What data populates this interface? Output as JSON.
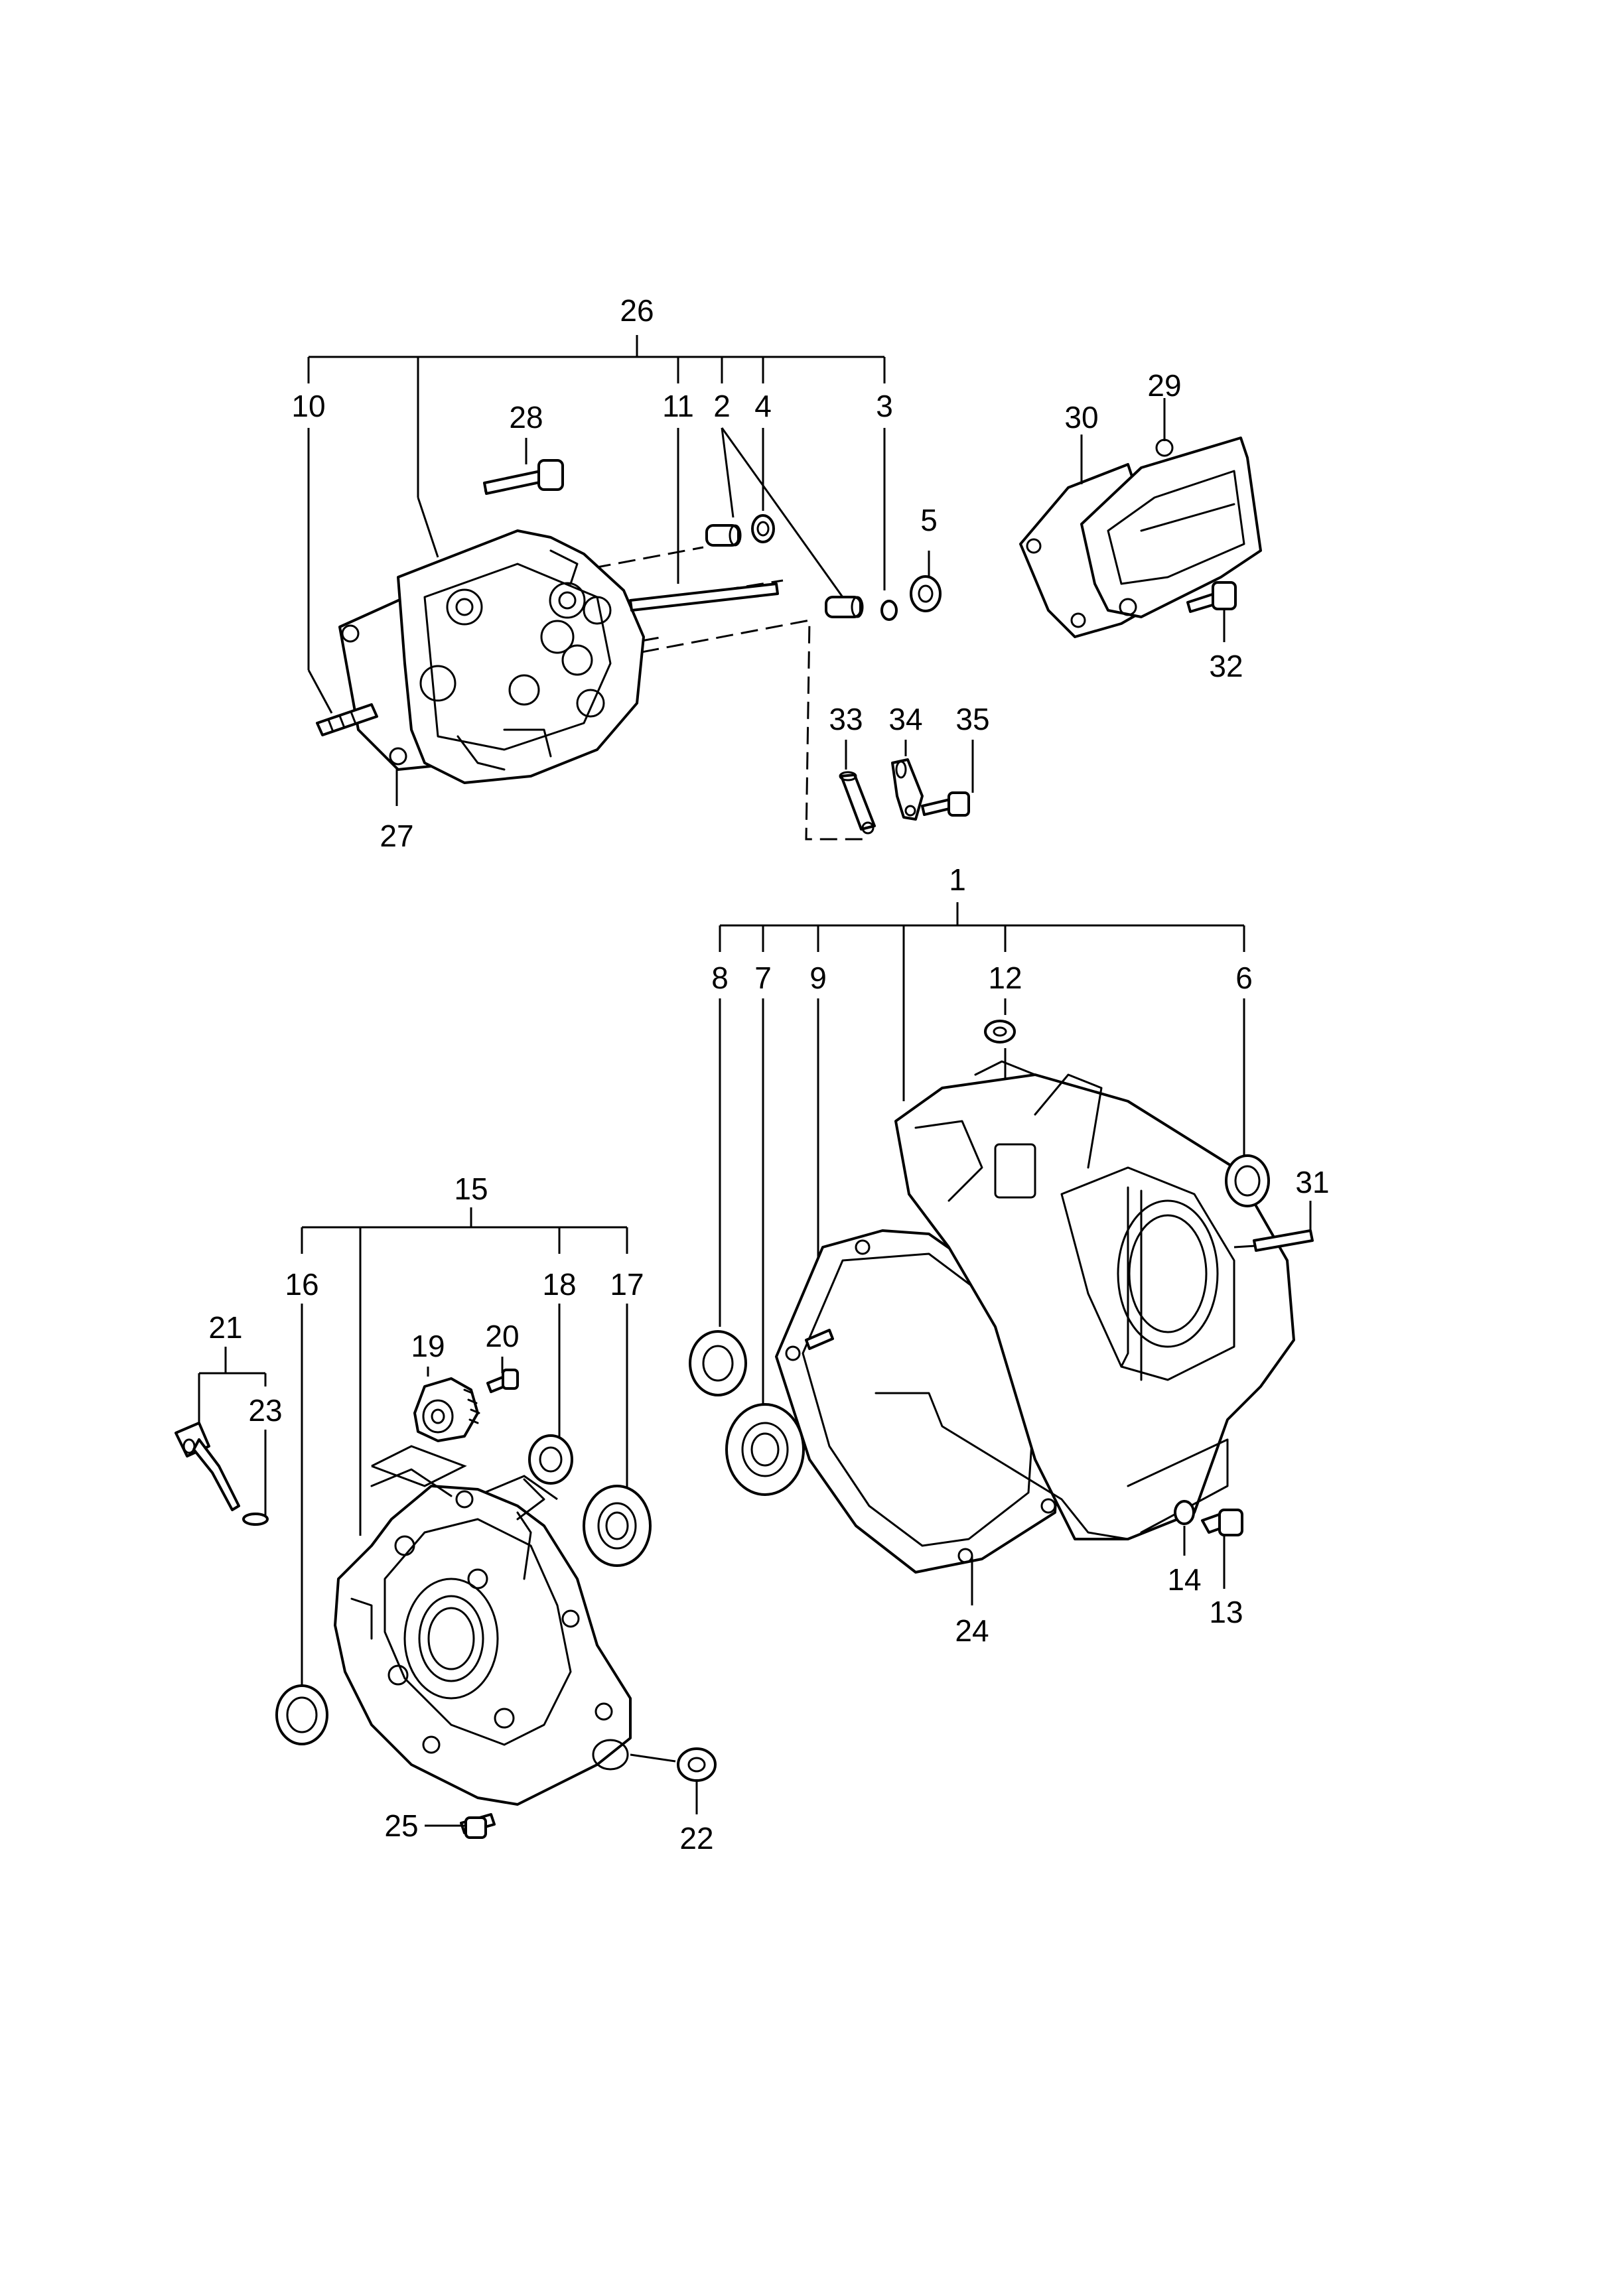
{
  "callouts": {
    "c1": "1",
    "c2": "2",
    "c3": "3",
    "c4": "4",
    "c5": "5",
    "c6": "6",
    "c7": "7",
    "c8": "8",
    "c9": "9",
    "c10": "10",
    "c11": "11",
    "c12": "12",
    "c13": "13",
    "c14": "14",
    "c15": "15",
    "c16": "16",
    "c17": "17",
    "c18": "18",
    "c19": "19",
    "c20": "20",
    "c21": "21",
    "c22": "22",
    "c23": "23",
    "c24": "24",
    "c25": "25",
    "c26": "26",
    "c27": "27",
    "c28": "28",
    "c29": "29",
    "c30": "30",
    "c31": "31",
    "c32": "32",
    "c33": "33",
    "c34": "34",
    "c35": "35"
  },
  "groups": {
    "cylinder_head_assembly": "26",
    "crankcase_assembly": "1",
    "crankcase_cover_assembly": "15"
  }
}
